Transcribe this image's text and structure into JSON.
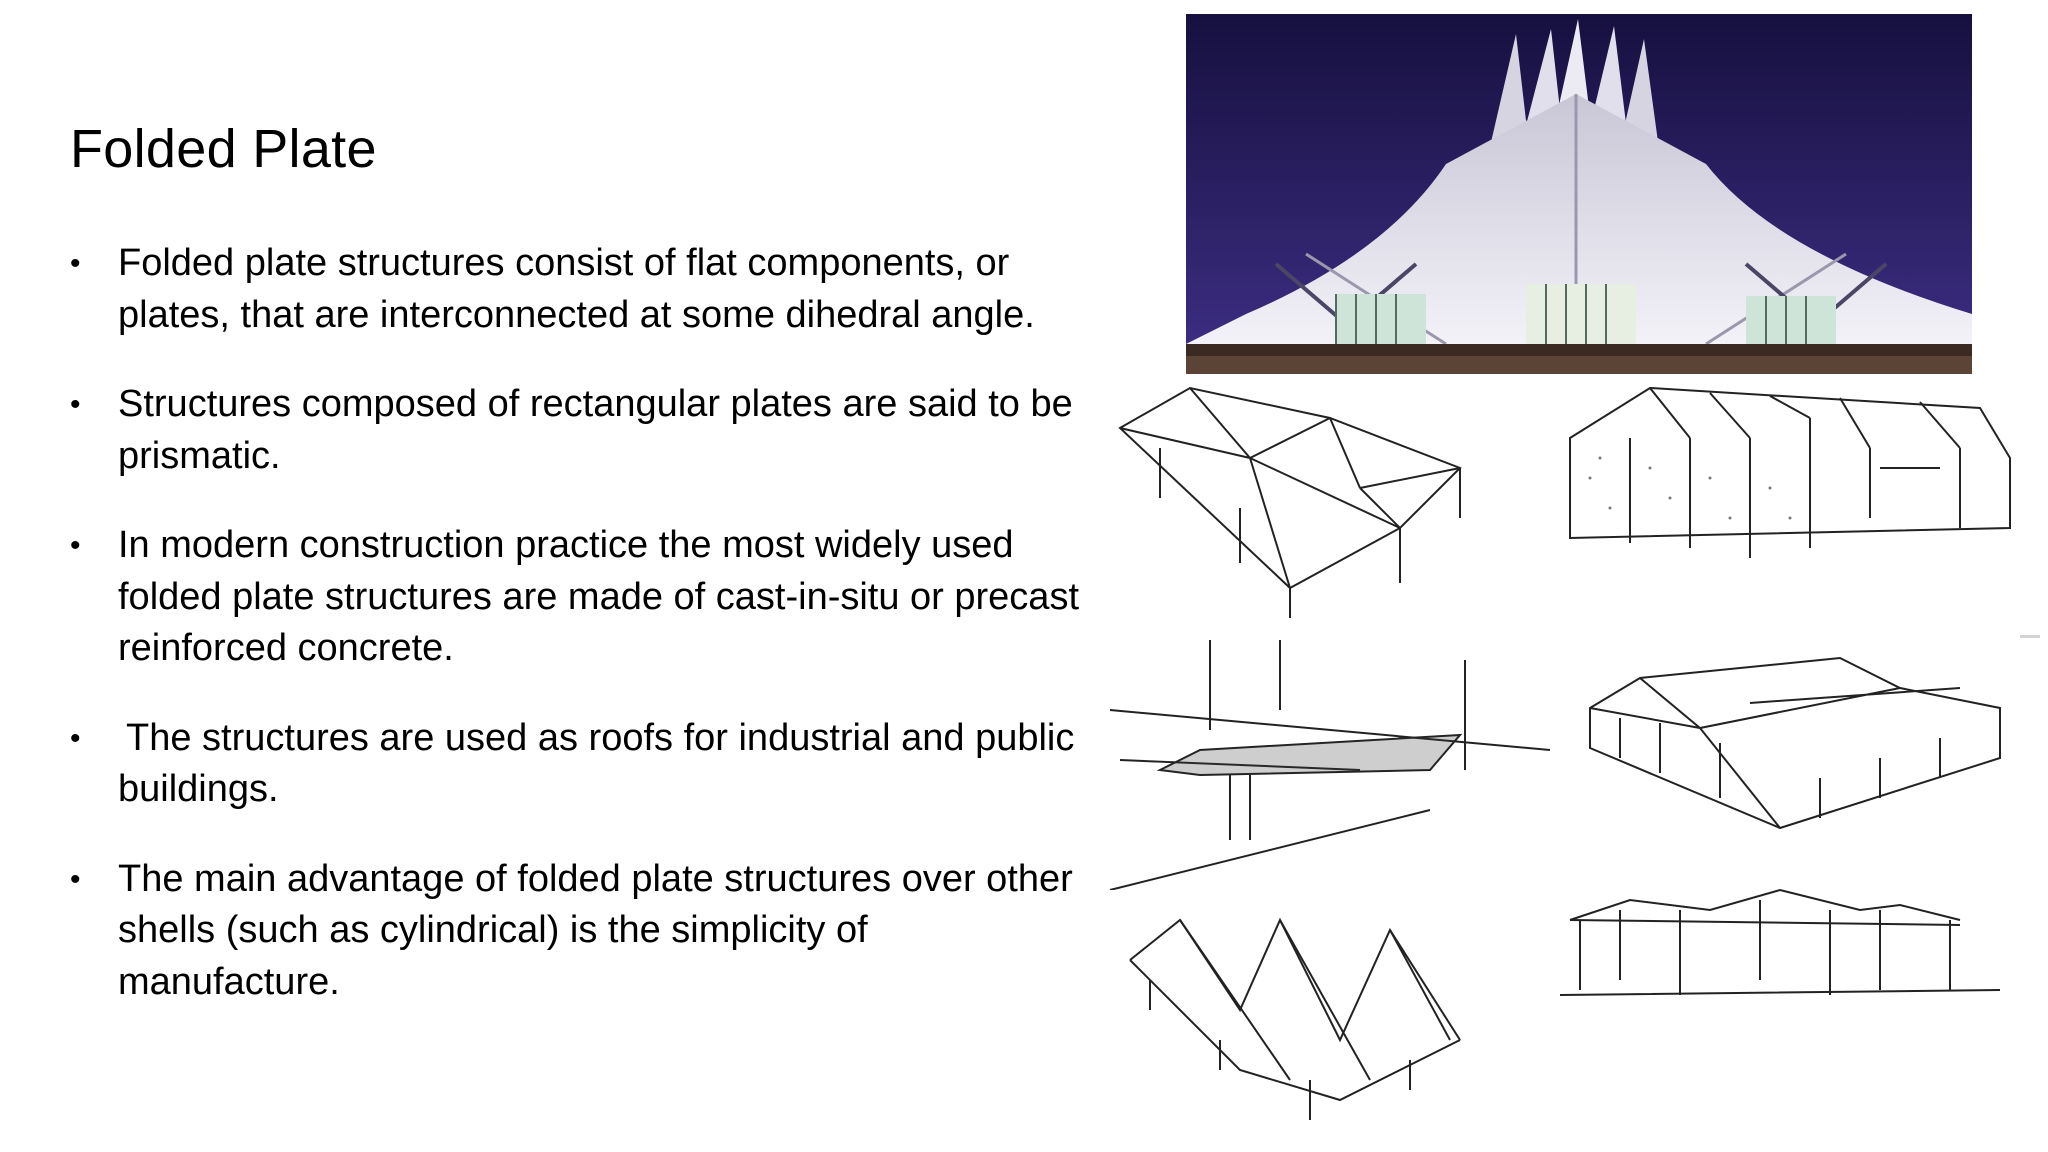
{
  "slide": {
    "title": "Folded Plate",
    "bullets": [
      {
        "symbol": "•",
        "text": "Folded plate structures consist of flat components, or plates, that are interconnected at some dihedral angle."
      },
      {
        "symbol": "•",
        "text": "Structures composed of rectangular plates are said to be prismatic."
      },
      {
        "symbol": "•",
        "text": "In modern construction practice the most widely used folded plate structures are made of cast-in-situ or precast reinforced concrete."
      },
      {
        "symbol": "•",
        "text": "The structures are used as roofs for industrial and public buildings."
      },
      {
        "symbol": "•",
        "text": "The main advantage of folded plate structures over other shells (such as cylindrical) is the simplicity of manufacture."
      }
    ]
  },
  "colors": {
    "text": "#000000",
    "background": "#ffffff",
    "night_sky_top": "#16103f",
    "night_sky_bottom": "#3f2f86",
    "sketch_line": "#222222"
  },
  "images": {
    "photo": "folded-plate-pavilion-night-photo",
    "sketches": [
      "pyramidal-folded-roof-sketch",
      "folded-plate-hall-sketch",
      "single-folded-canopy-sketch",
      "prismatic-folded-roof-sketch",
      "sawtooth-folded-roof-sketch",
      "folded-frame-structure-sketch"
    ]
  }
}
